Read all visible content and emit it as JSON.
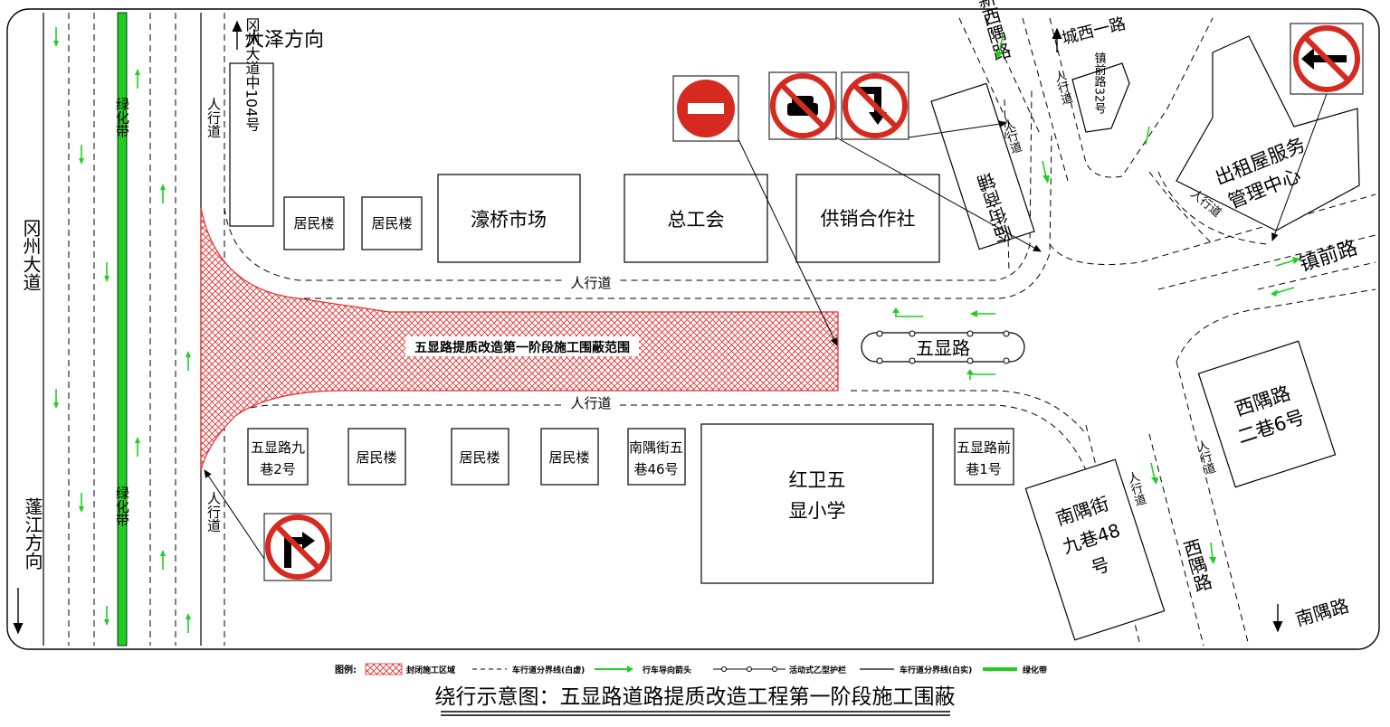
{
  "roads": {
    "gangzhou_avenue": "冈州大道",
    "green_belt_upper": "绿化带",
    "green_belt_lower": "绿化带",
    "dir_daze": "大泽方向",
    "dir_pengjiang": "蓬江方向",
    "wuxian_road": "五显路",
    "zhenqian_road": "镇前路",
    "xinxi_road": "新西隅路",
    "chengxi_road": "城西一路",
    "xiyu_road": "西隅路",
    "nanyu_road": "南隅路",
    "linjie_shops": "临街商铺"
  },
  "sidewalks": {
    "left_upper": "人行道",
    "left_lower": "人行道",
    "wuxian_north": "人行道",
    "wuxian_south": "人行道",
    "xinxi_left": "人行道",
    "xinxi_right": "人行道",
    "zhenqian_upper": "人行道",
    "nanyu_left": "人行道",
    "nanyu_right": "人行道"
  },
  "buildings": {
    "gangzhou_104": "冈州大道中104号",
    "res1": "居民楼",
    "res2": "居民楼",
    "haoqiao_market": "濠桥市场",
    "trade_union": "总工会",
    "supply_coop": "供销合作社",
    "zhenqian_32": "镇前路32号",
    "taxi_center_l1": "出租屋服务",
    "taxi_center_l2": "管理中心",
    "wuxian9_l1": "五显路九",
    "wuxian9_l2": "巷2号",
    "res3": "居民楼",
    "res4": "居民楼",
    "res5": "居民楼",
    "nanyu5_l1": "南隅街五",
    "nanyu5_l2": "巷46号",
    "school_l1": "红卫五",
    "school_l2": "显小学",
    "wuxianqian_l1": "五显路前",
    "wuxianqian_l2": "巷1号",
    "xiyu2_l1": "西隅路",
    "xiyu2_l2": "二巷6号",
    "nanyu9_l1": "南隅街",
    "nanyu9_l2": "九巷48",
    "nanyu9_l3": "号"
  },
  "closure_zone_label": "五显路提质改造第一阶段施工围蔽范围",
  "legend": {
    "title": "图例:",
    "closed_area": "封闭施工区域",
    "lane_dashed": "车行道分界线(白虚)",
    "direction_arrow": "行车导向箭头",
    "barrier": "活动式乙型护栏",
    "lane_solid": "车行道分界线(白实)",
    "green_belt": "绿化带"
  },
  "caption": "绕行示意图：五显路道路提质改造工程第一阶段施工围蔽",
  "colors": {
    "closure_hatch": "#e23030",
    "green": "#1fcf1f",
    "sign_red": "#d42a20"
  }
}
